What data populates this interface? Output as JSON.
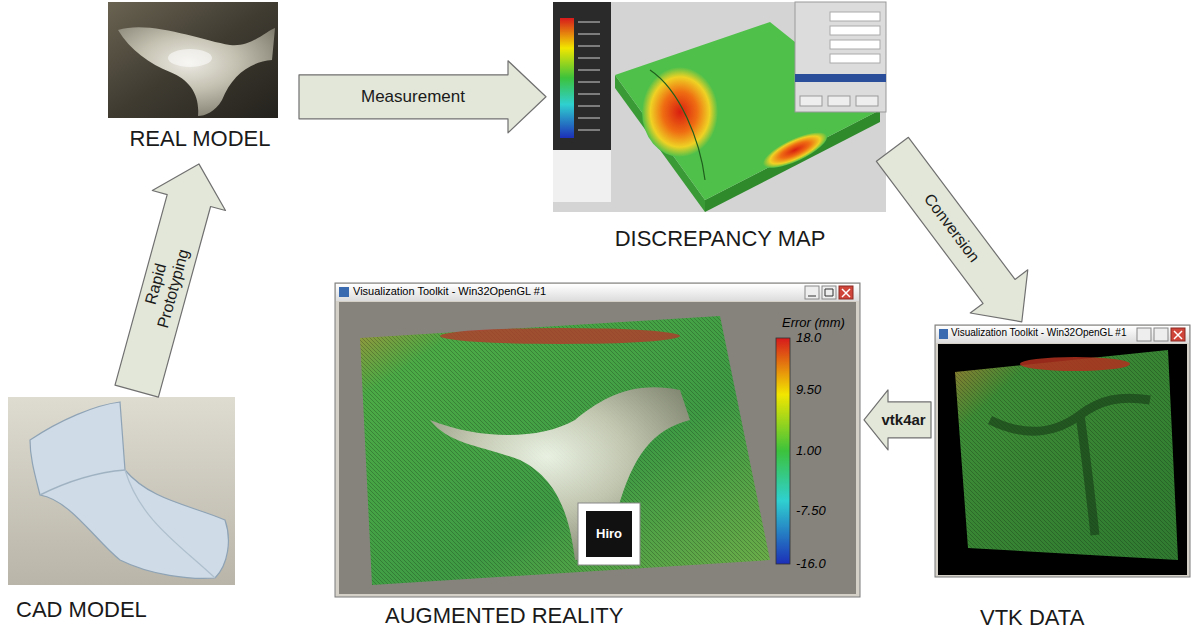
{
  "diagram": {
    "nodes": [
      {
        "text": [
          "CAD MODEL"
        ]
      },
      {
        "text": [
          "REAL MODEL"
        ]
      },
      {
        "text": [
          "DISCREPANCY MAP"
        ]
      },
      {
        "text": [
          "VTK DATA"
        ]
      },
      {
        "text": [
          "AUGMENTED REALITY"
        ]
      }
    ],
    "edges": [
      {
        "from": 0,
        "to": 1,
        "arrow": "to",
        "label": "Rapid Prototyping"
      },
      {
        "from": 1,
        "to": 2,
        "arrow": "to",
        "label": "Measurement"
      },
      {
        "from": 2,
        "to": 3,
        "arrow": "to",
        "label": "Conversion"
      },
      {
        "from": 3,
        "to": 4,
        "arrow": "to",
        "label": "vtk4ar"
      }
    ],
    "labels": [
      "Visualization Toolkit - Win32OpenGL #1",
      "Error (mm)",
      "18.0",
      "9.50",
      "1.00",
      "-7.50",
      "-16.0",
      "Hiro",
      "Visualization Toolkit - Win32OpenGL #1"
    ]
  }
}
